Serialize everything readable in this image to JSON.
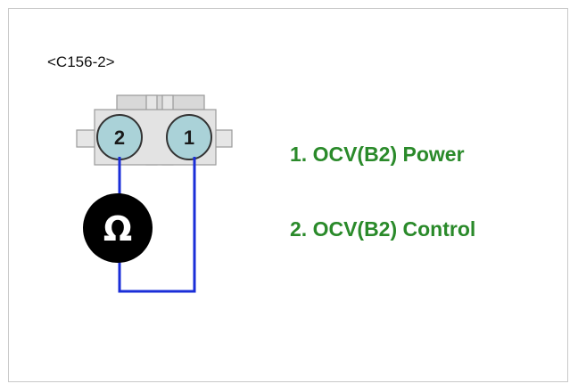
{
  "connector": {
    "id_label": "<C156-2>",
    "pins": [
      {
        "number": "2"
      },
      {
        "number": "1"
      }
    ]
  },
  "meter": {
    "symbol": "Ω"
  },
  "legend": {
    "items": [
      {
        "label": "1. OCV(B2) Power"
      },
      {
        "label": "2. OCV(B2) Control"
      }
    ]
  },
  "colors": {
    "wire": "#1a2ed8",
    "pin_fill": "#aad2d8",
    "legend_text": "#2a8a2a",
    "meter_fill": "#000000"
  }
}
